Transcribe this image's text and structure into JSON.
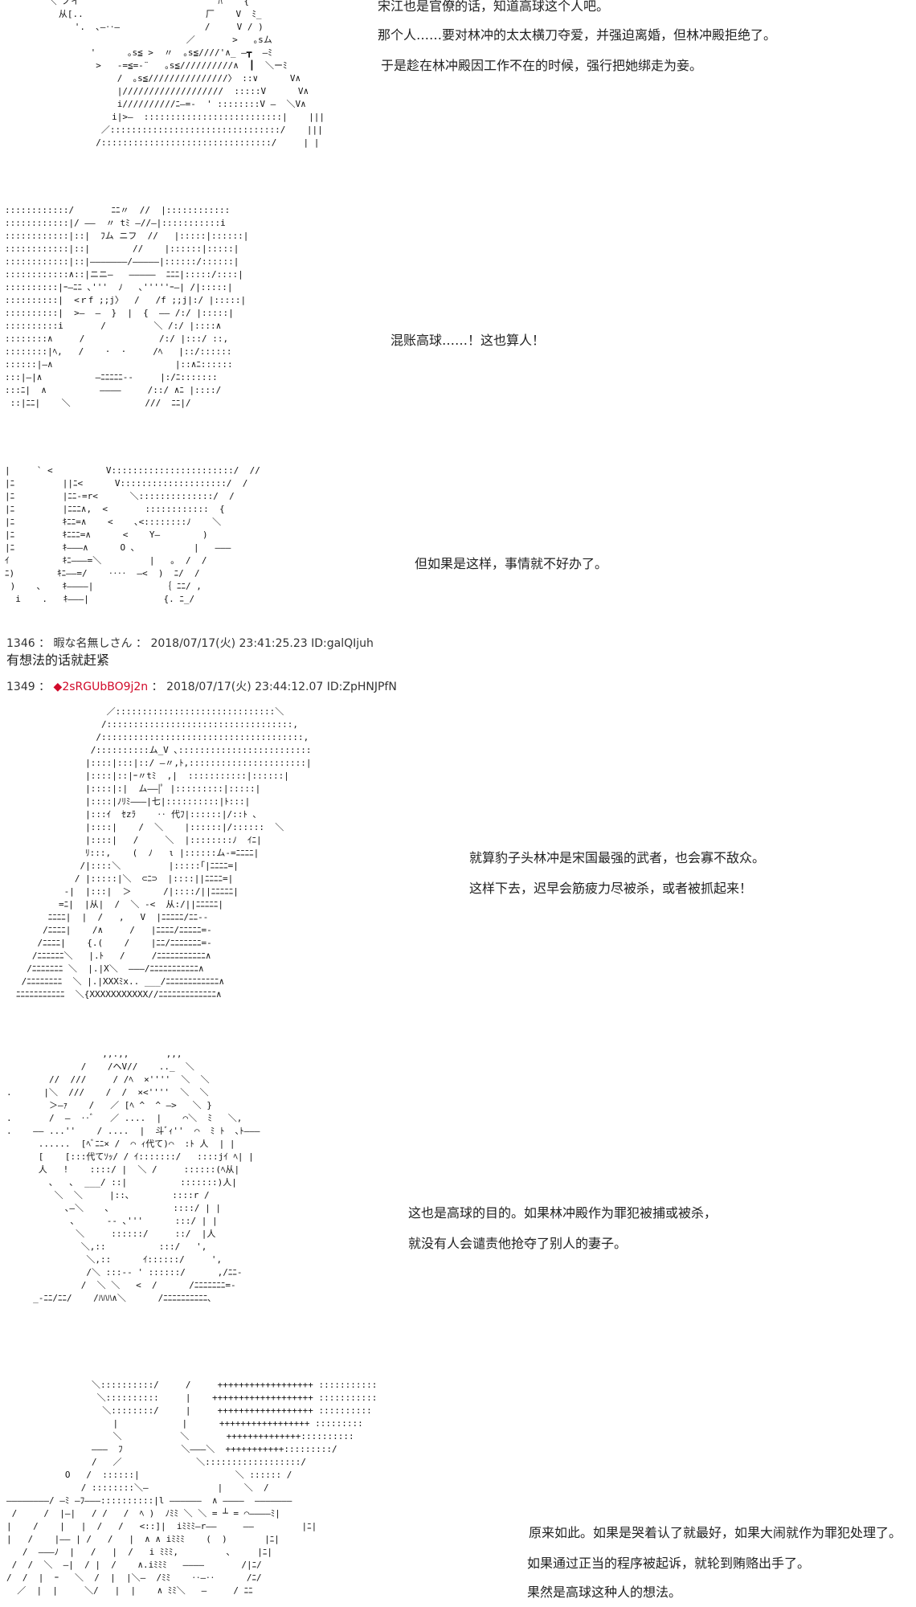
{
  "blocks": [
    {
      "art": [
        "         ＼ ノイ                          ﾊ    {",
        "           从[..                       厂    V  ﾐ_",
        "              '.  ､―‥―                /     V / )",
        "                                   ／       >   ｡sム",
        "                 '      ｡s≦ >  〃  ｡s≦////'∧_ ―┳  ―ﾐ",
        "                  >   -=≦=-¨   ｡s≦//////////∧  ┃  ＼ーﾐ",
        "                      /  ｡s≦///////////////〉 ::∨      V∧",
        "                      |///////////////////  :::::V      V∧",
        "                      i//////////ﾆ―=-  ' ::::::::V ―  ＼V∧",
        "                     i|>―  ::::::::::::::::::::::::::|    |||",
        "                   ／::::::::::::::::::::::::::::::::/    |||",
        "                  /::::::::::::::::::::::::::::::::/     | |"
      ],
      "lines": [
        "宋江也是官僚的话，知道高球这个人吧。",
        "那个人……要对林冲的太太横刀夺爱，并强迫离婚，但林冲殿拒绝了。",
        "于是趁在林冲殿因工作不在的时候，强行把她绑走为妾。"
      ]
    },
    {
      "art": [
        "::::::::::::/       ﾆﾆ〃  //  |::::::::::::",
        "::::::::::::|/ ――  〃 tﾐ ―//―|:::::::::::i",
        "::::::::::::|::|  ﾌム ニフ  //   |:::::|::::::|",
        "::::::::::::|::|        //    |::::::|:::::|",
        "::::::::::::|::|―――――――/―――――|::::::/::::::|",
        "::::::::::::∧::|ニニ―   ―――――  ﾆﾆﾆ|:::::/::::|",
        "::::::::::|ｰ―ﾆﾆ ､'''  ﾉ   ､'''''ｰ―| /|:::::|",
        "::::::::::|  <ｒf ;;j〉  /   /f ;;j|:/ |:::::|",
        "::::::::::|  >―  ―  }  |  {  ―― /:/ |:::::|",
        "::::::::::i       /         ＼ /:/ |::::∧",
        "::::::::∧     /              /:/ |:::/ ::,",
        "::::::::|ﾍ,   /    ·  ·     /ﾍ   |::/::::::",
        "::::::|―∧                       |::∧ﾆ::::::",
        ":::|―|∧          ―ﾆﾆﾆﾆﾆ--     |:/ﾆ:::::::",
        ":::ﾆ|  ∧          ――――     /::/ ∧ﾆ |::::/",
        " ::|ﾆﾆ|    ＼              ///  ﾆﾆ|/"
      ],
      "lines": [
        "混账高球……！这也算人！"
      ]
    },
    {
      "art": [
        "|     ` <          V:::::::::::::::::::::::/  //",
        "|ﾆ         ||ﾆ<      V::::::::::::::::::::/  /",
        "|ﾆ         |ﾆﾆ-=r<      ＼::::::::::::::/  /",
        "|ﾆ         |ﾆﾆﾆ∧,  <       ::::::::::::  {",
        "|ﾆ         ｷﾆﾆ=∧    <    ､<::::::::ﾉ    ＼",
        "|ﾆ         ｷﾆﾆﾆ=∧      <    Y―        )",
        "|ﾆ         ｷ―――∧      O ､           |   ―――",
        "ｲ          ｷﾆ―――=＼         |   ｡  /  /",
        "ﾆ)        ｷﾆ――=/    ‥‥  ―<  )  ﾆ/  /",
        " )    ､    ｷ――――|             ｛ ﾆﾆ/ ,",
        "  i    .   ｷ―――|              {. ﾆ_/"
      ],
      "lines": [
        "但如果是这样，事情就不好办了。"
      ]
    }
  ],
  "posts": [
    {
      "number": "1346",
      "sep": " ： ",
      "name": "暇な名無しさん",
      "meta": " ： 2018/07/17(火) 23:41:25.23 ID:galQIjuh",
      "body": "有想法的话就赶紧"
    },
    {
      "number": "1349",
      "sep": " ： ",
      "trip": "◆2sRGUbBO9j2n",
      "meta": " ： 2018/07/17(火) 23:44:12.07 ID:ZpHNJPfN",
      "trip_color": "#d10a2a"
    }
  ],
  "blocks2": [
    {
      "art": [
        "                 ／::::::::::::::::::::::::::::::＼",
        "                /:::::::::::::::::::::::::::::::::::,",
        "               /::::::::::::::::::::::::::::::::::::::,",
        "              /::::::::::ム_V ､:::::::::::::::::::::::::",
        "             |::::|:::|::/ ―〃,ﾄ,::::::::::::::::::::::|",
        "             |::::|::|ｰ〃tﾐ  ,|  :::::::::::|::::::|",
        "             |::::|:|  ム――|ﾟ |:::::::::|:::::|",
        "             |::::|ﾉﾘﾐ―――|七|::::::::::|ﾄ:::|",
        "             |:::ｲ  ｾzﾗ    ‥ 代ﾌ|::::::|/::ﾄ ､",
        "             |::::|    /  ＼    |::::::|/::::::  ＼",
        "             |::::|   /     ＼  |::::::::ﾉ  ｲﾆ|",
        "             ﾘ:::,    (  ﾉ   ι |::::::ム-=ﾆﾆﾆﾆ|",
        "            /|::::＼         |:::::｢|ﾆﾆﾆﾆ=|",
        "           / |:::::|＼  ⊂ﾆ⊃  |::::||ﾆﾆﾆﾆ=|",
        "         -|  |:::|  ＞      /|::::/||ﾆﾆﾆﾆﾆ|",
        "        =ﾆ|  |从|  /  ＼ -<  从:/||ﾆﾆﾆﾆﾆ|  ",
        "      ﾆﾆﾆﾆ|  |  /   ,   V  |ﾆﾆﾆﾆﾆ/ﾆﾆ--",
        "     /ﾆﾆﾆﾆ|    /∧     /   |ﾆﾆﾆﾆ/ﾆﾆﾆﾆﾆ=-",
        "    /ﾆﾆﾆﾆ|    {.(    /    |ﾆﾆ/ﾆﾆﾆﾆﾆﾆﾆ=-",
        "   /ﾆﾆﾆﾆﾆﾆ＼   |.ﾄ   /     /ﾆﾆﾆﾆﾆﾆﾆﾆﾆﾆﾆ∧",
        "  /ﾆﾆﾆﾆﾆﾆﾆ ＼  |.|X＼  ―――/ﾆﾆﾆﾆﾆﾆﾆﾆﾆﾆﾆ∧",
        " /ﾆﾆﾆﾆﾆﾆﾆﾆ  ＼ |.|XXXﾐx.. ___/ﾆﾆﾆﾆﾆﾆﾆﾆﾆﾆﾆﾆ∧",
        "ﾆﾆﾆﾆﾆﾆﾆﾆﾆﾆﾆ  ＼{XXXXXXXXXXX//ﾆﾆﾆﾆﾆﾆﾆﾆﾆﾆﾆﾆﾆ∧"
      ],
      "lines": [
        "就算豹子头林冲是宋国最强的武者，也会寡不敌众。",
        "这样下去，迟早会筋疲力尽被杀，或者被抓起来！"
      ]
    },
    {
      "art": [
        "                  ,,.,,       ,,,",
        "              /    /ヘV//    .._  ＼",
        "        //  ///     / /ﾍ  ×''''  ＼  ＼",
        ".      |＼  ///    /  /  ×<''''  ＼  ＼",
        "        ＞―ｧ    /   ／ [ﾍ ^  ^ ―>   ＼ }",
        ".       /  ―  ‥ﾞ   ／ ....  |    ⌒＼  ﾐ   ＼,",
        ".    ―― ...''    / ....  |  斗ﾞｨ''  ⌒  ﾐ ﾄ  ､ﾄ―――",
        "      ......  [ﾍﾞﾆﾆ× /  ⌒ ｨ代て)⌒  :ﾄ 人  | |",
        "      [    [:::代てｿｯ/ / ｲ:::::::/   ::::jｲ ﾍ| |",
        "      人   !    ::::/ |  ＼ /     ::::::(ﾍ从|",
        "        ､   ､  ___/ ::|          :::::::)人|",
        "         ＼  ＼     |::､        ::::r /",
        "           ､―＼    ､            ::::/ | |",
        "            ､      -- ､'''      :::/ | |",
        "             ＼     ::::::/     ::/  |人",
        "              ＼,::          :::/   ',",
        "               ＼,::      ｲ::::::/     ',",
        "               /＼ :::-- ' ::::::/      ,/ﾆﾆ-",
        "              /  ＼ ＼   <  /      /ﾆﾆﾆﾆﾆﾆﾆ=-",
        "     _-ﾆﾆ/ﾆﾆ/    /ﾊﾊﾊ∧＼      /ﾆﾆﾆﾆﾆﾆﾆﾆﾆﾆ､"
      ],
      "lines": [
        "这也是高球的目的。如果林冲殿作为罪犯被捕或被杀，",
        "就没有人会谴责他抢夺了别人的妻子。"
      ]
    },
    {
      "art": [
        "                ＼::::::::::/     /     ++++++++++++++++++ :::::::::::",
        "                 ＼::::::::::     |    +++++++++++++++++++ :::::::::::",
        "                  ＼::::::::/     |     ++++++++++++++++++ ::::::::::",
        "                    |            |      +++++++++++++++++ :::::::::",
        "                    ＼           ＼       ++++++++++++++::::::::::",
        "                ―――  ﾌ           ＼―――＼  +++++++++++:::::::::/",
        "                /   ／              ＼::::::::::::::::::/",
        "           O   /  ::::::|                  ＼ :::::: /",
        "              / ::::::::＼―             |    ＼  /",
        "――――――――/ ―ﾐ ―ﾌ―――::::::::::|l ――――――  ∧ ――――  ―――――――",
        " /     /  |―|   / /   /  ﾍ )  ﾉﾐﾐ ＼ ＼ = ┴ = ⌒――――ﾐ|",
        "|    /    |   |  /   /   <::]|  iﾐﾐﾐ―r――     ――         |ﾆ|",
        "|   /    |―― | /   /   |  ∧ ∧ iﾐﾐﾐ    (  )       |ﾆ|",
        "   /  ―――ﾉ  |   /   |  /   i ﾐﾐﾐ,         ､     |ﾆ|",
        " /  /  ＼  ―|  / |  /    ∧.iﾐﾐﾐ   ――――       /|ﾆ/",
        "/  /  |  ｰ   ＼  /  |  |＼―  /ﾐﾐ    ‥―‥      /ﾆ/",
        "  ／  |  |     ＼/   |  |    ∧ ﾐﾐ＼   ―     / ﾆﾆ"
      ],
      "lines": [
        "原来如此。如果是哭着认了就最好，如果大闹就作为罪犯处理了。",
        "如果通过正当的程序被起诉，就轮到贿赂出手了。",
        "果然是高球这种人的想法。"
      ]
    }
  ]
}
